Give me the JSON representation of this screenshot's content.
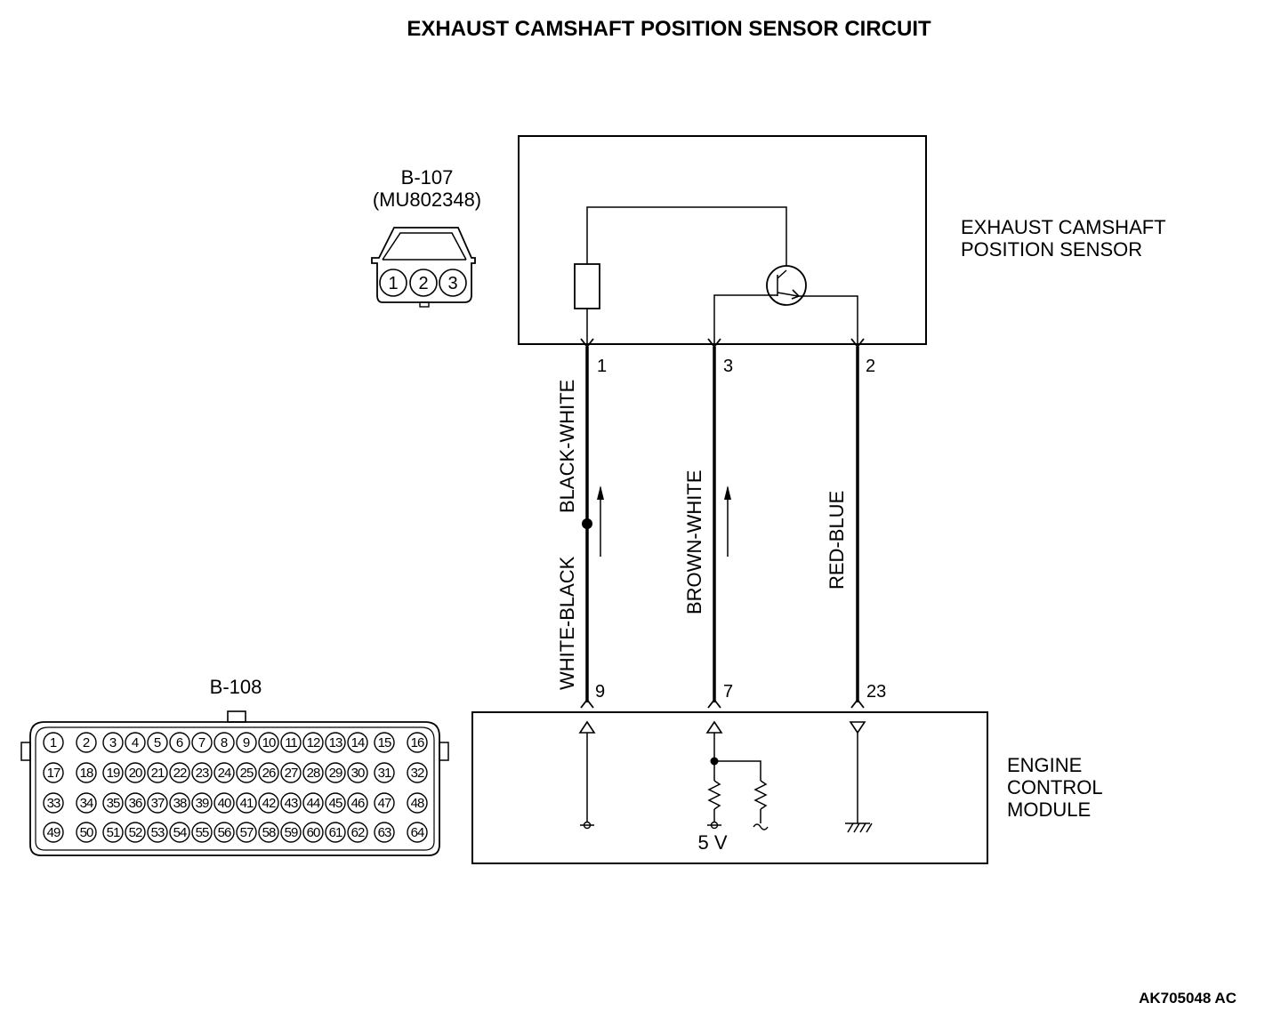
{
  "title": "EXHAUST CAMSHAFT POSITION SENSOR CIRCUIT",
  "sensor": {
    "label_line1": "EXHAUST CAMSHAFT",
    "label_line2": "POSITION SENSOR"
  },
  "connector_b107": {
    "name": "B-107",
    "part": "(MU802348)",
    "pins": [
      "1",
      "2",
      "3"
    ]
  },
  "connector_b108": {
    "name": "B-108",
    "pins": [
      "1",
      "2",
      "3",
      "4",
      "5",
      "6",
      "7",
      "8",
      "9",
      "10",
      "11",
      "12",
      "13",
      "14",
      "15",
      "16",
      "17",
      "18",
      "19",
      "20",
      "21",
      "22",
      "23",
      "24",
      "25",
      "26",
      "27",
      "28",
      "29",
      "30",
      "31",
      "32",
      "33",
      "34",
      "35",
      "36",
      "37",
      "38",
      "39",
      "40",
      "41",
      "42",
      "43",
      "44",
      "45",
      "46",
      "47",
      "48",
      "49",
      "50",
      "51",
      "52",
      "53",
      "54",
      "55",
      "56",
      "57",
      "58",
      "59",
      "60",
      "61",
      "62",
      "63",
      "64"
    ]
  },
  "ecm": {
    "label_line1": "ENGINE",
    "label_line2": "CONTROL",
    "label_line3": "MODULE",
    "voltage": "5 V"
  },
  "wires": [
    {
      "sensor_pin": "1",
      "ecm_pin": "9",
      "color_upper": "BLACK-WHITE",
      "color_lower": "WHITE-BLACK"
    },
    {
      "sensor_pin": "3",
      "ecm_pin": "7",
      "color": "BROWN-WHITE"
    },
    {
      "sensor_pin": "2",
      "ecm_pin": "23",
      "color": "RED-BLUE"
    }
  ],
  "figure_code": "AK705048 AC"
}
